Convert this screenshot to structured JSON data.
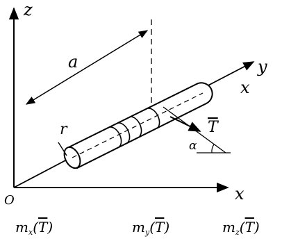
{
  "labels": {
    "z": "z",
    "y": "y",
    "x_top": "x",
    "x_bottom": "x",
    "origin": "O",
    "a": "a",
    "r": "r",
    "T": "T",
    "alpha": "α"
  },
  "moments": [
    {
      "m": "m",
      "sub": "x",
      "open": "(",
      "T": "T",
      "close": ")"
    },
    {
      "m": "m",
      "sub": "y",
      "open": "(",
      "T": "T",
      "close": ")"
    },
    {
      "m": "m",
      "sub": "z",
      "open": "(",
      "T": "T",
      "close": ")"
    }
  ]
}
